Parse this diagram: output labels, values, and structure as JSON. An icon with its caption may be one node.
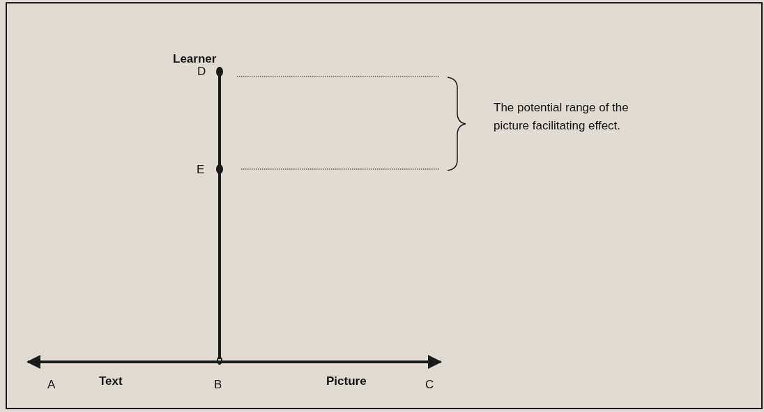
{
  "diagram": {
    "labels": [
      "Learner",
      "D",
      "The potential range of the picture facilitating effect.",
      "E",
      "A",
      "Text",
      "B",
      "Picture",
      "C"
    ]
  }
}
